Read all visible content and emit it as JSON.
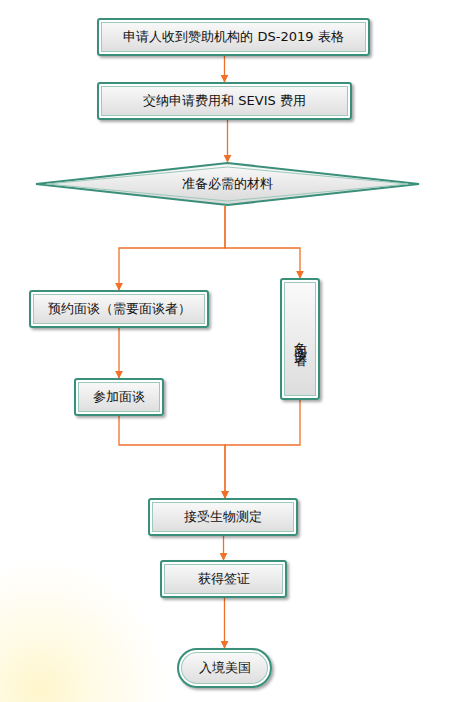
{
  "diagram": {
    "nodes": [
      {
        "text": [
          "申请人收到赞助机构的 DS-2019 表格"
        ]
      },
      {
        "text": [
          "交纳申请费用和 SEVIS 费用"
        ]
      },
      {
        "text": [
          "准备必需的材料"
        ]
      },
      {
        "text": [
          "预约面谈（需要面谈者）"
        ]
      },
      {
        "text": [
          "免面谈者"
        ]
      },
      {
        "text": [
          "参加面谈"
        ]
      },
      {
        "text": [
          "接受生物测定"
        ]
      },
      {
        "text": [
          "获得签证"
        ]
      },
      {
        "text": [
          "入境美国"
        ]
      }
    ],
    "edges": [
      {
        "from": 0,
        "to": 1,
        "arrow": "to"
      },
      {
        "from": 1,
        "to": 2,
        "arrow": "to"
      },
      {
        "from": 2,
        "to": 3,
        "arrow": "to"
      },
      {
        "from": 2,
        "to": 4,
        "arrow": "to"
      },
      {
        "from": 3,
        "to": 5,
        "arrow": "to"
      },
      {
        "from": 5,
        "to": 6,
        "arrow": "to"
      },
      {
        "from": 4,
        "to": 6,
        "arrow": "to"
      },
      {
        "from": 6,
        "to": 7,
        "arrow": "to"
      },
      {
        "from": 7,
        "to": 8,
        "arrow": "to"
      }
    ]
  }
}
